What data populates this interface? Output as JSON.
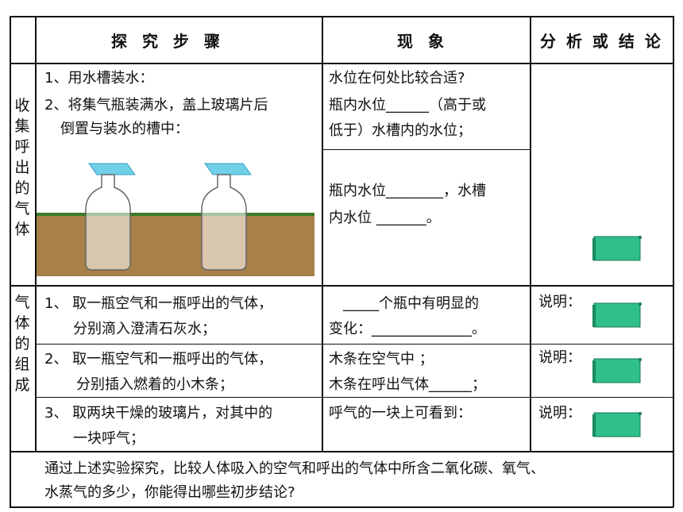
{
  "header": {
    "col_steps": "探 究 步 骤",
    "col_phenomena": "现  象",
    "col_conclusion": "分 析 或 结 论"
  },
  "section1": {
    "side_label": "收集呼出的气体",
    "step1": "1、用水槽装水：",
    "step2_line1": "2、将集气瓶装满水，盖上玻璃片后",
    "step2_line2": "倒置与装水的槽中：",
    "phen1_line1": "水位在何处比较合适?",
    "phen1_line2": "瓶内水位______（高于或",
    "phen1_line3": "低于）水槽内的水位；",
    "phen2_line1": "瓶内水位________，水槽",
    "phen2_line2": "内水位 _______。"
  },
  "section2": {
    "side_label": "气体的组成",
    "row1": {
      "step_line1": "1、 取一瓶空气和一瓶呼出的气体，",
      "step_line2": "分别滴入澄清石灰水；",
      "phen_line1": "_____个瓶中有明显的",
      "phen_line2": "变化：______________。",
      "conclusion": "说明："
    },
    "row2": {
      "step_line1": "2、 取一瓶空气和一瓶呼出的气体，",
      "step_line2": "分别插入燃着的小木条；",
      "phen_line1": "木条在空气中         ；",
      "phen_line2": "木条在呼出气体______；",
      "conclusion": "说明："
    },
    "row3": {
      "step_line1": "3、 取两块干燥的玻璃片，对其中的",
      "step_line2": "一块呼气；",
      "phen_line1": "呼气的一块上可看到：",
      "conclusion": "说明："
    }
  },
  "footer": {
    "line1": "通过上述实验探究，比较人体吸入的空气和呼出的气体中所含二氧化碳、氧气、",
    "line2": "水蒸气的多少，你能得出哪些初步结论?"
  },
  "colors": {
    "scroll_fill": "#2fbf8a",
    "soil": "#a8804a",
    "grass": "#3a7a2a",
    "glass_cap": "#6fd0e8"
  },
  "icons": [
    "scroll-icon",
    "bottle-icon"
  ]
}
